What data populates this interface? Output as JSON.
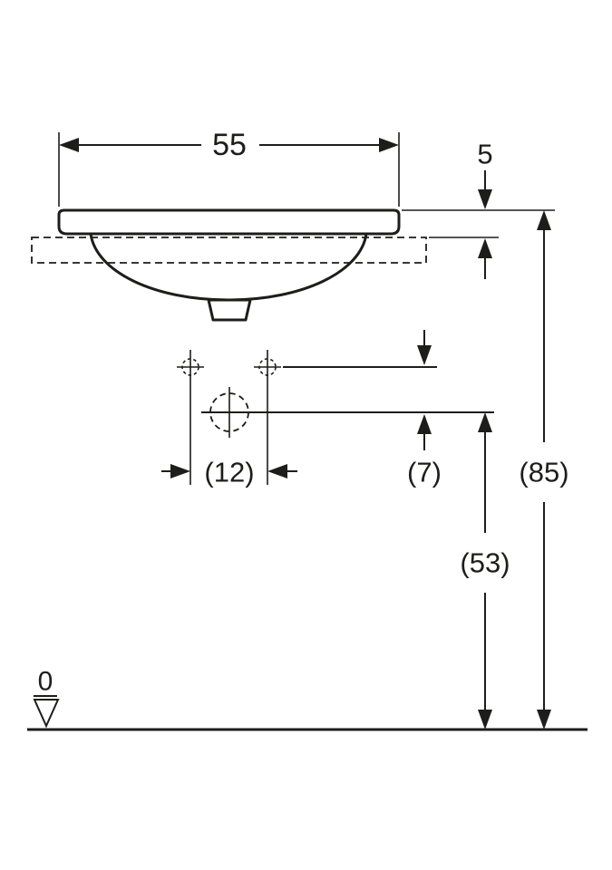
{
  "colors": {
    "line": "#1d1d1b",
    "background": "#ffffff"
  },
  "labels": {
    "width": "55",
    "rim_above_counter": "5",
    "tap_hole_spacing": "(12)",
    "tap_to_outlet": "(7)",
    "outlet_height": "(53)",
    "total_height": "(85)",
    "datum_zero": "0"
  }
}
